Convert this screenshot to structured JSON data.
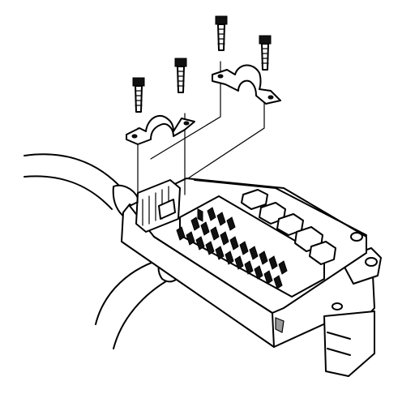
{
  "figure": {
    "description_visible_text": "",
    "colors": {
      "line": "#000000",
      "background": "#ffffff",
      "shade": "#9a9a9a"
    },
    "parts": {
      "bolt_count": 4,
      "clamp_count": 2,
      "harness_count": 2
    }
  }
}
